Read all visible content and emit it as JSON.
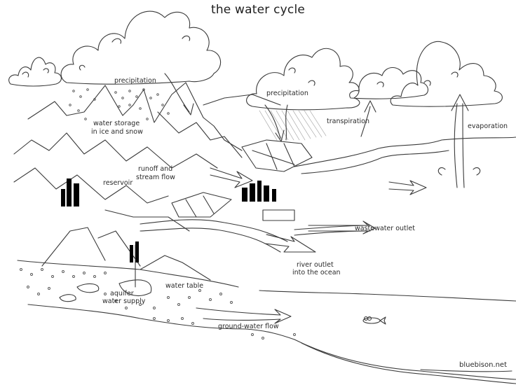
{
  "title": "the water cycle",
  "credit": "bluebison.net",
  "colors": {
    "ink": "#3a3a3a",
    "background": "#ffffff",
    "rain": "#9a9a9a"
  },
  "labels": {
    "precipitation_left": "precipitation",
    "water_storage_line1": "water storage",
    "water_storage_line2": "in ice and snow",
    "runoff_line1": "runoff and",
    "runoff_line2": "stream flow",
    "reservoir": "reservoir",
    "precipitation_center": "precipitation",
    "transpiration": "transpiration",
    "evaporation": "evaporation",
    "wastewater_outlet": "wastewater outlet",
    "river_outlet_line1": "river outlet",
    "river_outlet_line2": "into the ocean",
    "water_table": "water table",
    "aquifer_line1": "aquifer",
    "aquifer_line2": "water supply",
    "groundwater_flow": "ground-water flow"
  },
  "icons": {
    "clouds": "cloud-icon",
    "mountains": "mountain-icon",
    "city": "city-icon",
    "fish": "fish-icon",
    "arrows": "arrow-icon",
    "well": "well-icon"
  }
}
